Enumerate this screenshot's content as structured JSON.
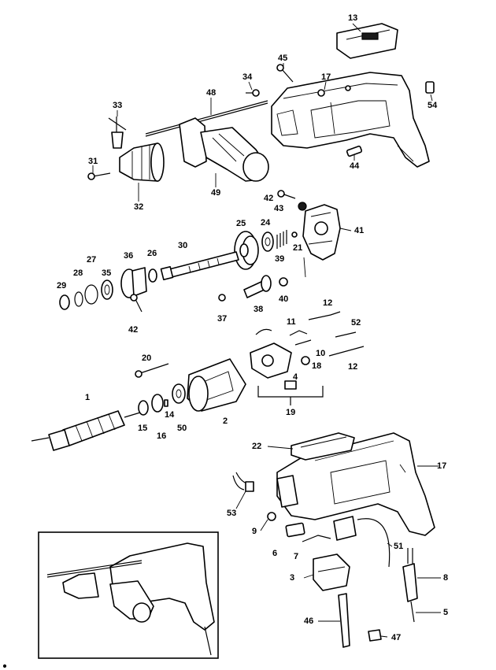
{
  "diagram": {
    "callouts": [
      {
        "id": "c1",
        "text": "1"
      },
      {
        "id": "c2",
        "text": "2"
      },
      {
        "id": "c3",
        "text": "3"
      },
      {
        "id": "c4",
        "text": "4"
      },
      {
        "id": "c5",
        "text": "5"
      },
      {
        "id": "c6",
        "text": "6"
      },
      {
        "id": "c7",
        "text": "7"
      },
      {
        "id": "c8",
        "text": "8"
      },
      {
        "id": "c9",
        "text": "9"
      },
      {
        "id": "c10",
        "text": "10"
      },
      {
        "id": "c11",
        "text": "11"
      },
      {
        "id": "c12a",
        "text": "12"
      },
      {
        "id": "c12b",
        "text": "12"
      },
      {
        "id": "c13",
        "text": "13"
      },
      {
        "id": "c14",
        "text": "14"
      },
      {
        "id": "c15",
        "text": "15"
      },
      {
        "id": "c16",
        "text": "16"
      },
      {
        "id": "c17a",
        "text": "17"
      },
      {
        "id": "c17b",
        "text": "17"
      },
      {
        "id": "c18",
        "text": "18"
      },
      {
        "id": "c19",
        "text": "19"
      },
      {
        "id": "c20",
        "text": "20"
      },
      {
        "id": "c21",
        "text": "21"
      },
      {
        "id": "c22",
        "text": "22"
      },
      {
        "id": "c24",
        "text": "24"
      },
      {
        "id": "c25",
        "text": "25"
      },
      {
        "id": "c26",
        "text": "26"
      },
      {
        "id": "c27",
        "text": "27"
      },
      {
        "id": "c28",
        "text": "28"
      },
      {
        "id": "c29",
        "text": "29"
      },
      {
        "id": "c30",
        "text": "30"
      },
      {
        "id": "c31",
        "text": "31"
      },
      {
        "id": "c32",
        "text": "32"
      },
      {
        "id": "c33",
        "text": "33"
      },
      {
        "id": "c34",
        "text": "34"
      },
      {
        "id": "c35",
        "text": "35"
      },
      {
        "id": "c36",
        "text": "36"
      },
      {
        "id": "c37",
        "text": "37"
      },
      {
        "id": "c38",
        "text": "38"
      },
      {
        "id": "c39",
        "text": "39"
      },
      {
        "id": "c40",
        "text": "40"
      },
      {
        "id": "c41",
        "text": "41"
      },
      {
        "id": "c42a",
        "text": "42"
      },
      {
        "id": "c42b",
        "text": "42"
      },
      {
        "id": "c43",
        "text": "43"
      },
      {
        "id": "c44",
        "text": "44"
      },
      {
        "id": "c45",
        "text": "45"
      },
      {
        "id": "c46",
        "text": "46"
      },
      {
        "id": "c47",
        "text": "47"
      },
      {
        "id": "c48",
        "text": "48"
      },
      {
        "id": "c49",
        "text": "49"
      },
      {
        "id": "c50",
        "text": "50"
      },
      {
        "id": "c51",
        "text": "51"
      },
      {
        "id": "c52",
        "text": "52"
      },
      {
        "id": "c53",
        "text": "53"
      },
      {
        "id": "c54",
        "text": "54"
      }
    ]
  }
}
